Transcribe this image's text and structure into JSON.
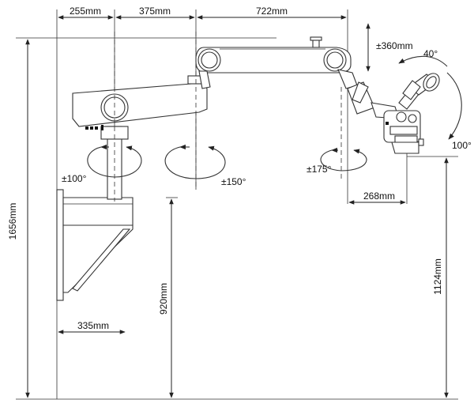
{
  "diagram": {
    "dimensions": {
      "top_offset_1": "255mm",
      "top_offset_2": "375mm",
      "top_offset_3": "722mm",
      "vertical_travel": "±360mm",
      "total_height": "1656mm",
      "arm_height": "920mm",
      "wall_depth": "335mm",
      "head_reach": "268mm",
      "floor_height": "1124mm"
    },
    "angles": {
      "column_rotation": "±100°",
      "arm_rotation": "±150°",
      "head_rotation": "±175°",
      "tilt_up": "40°",
      "tilt_down": "100°"
    }
  }
}
